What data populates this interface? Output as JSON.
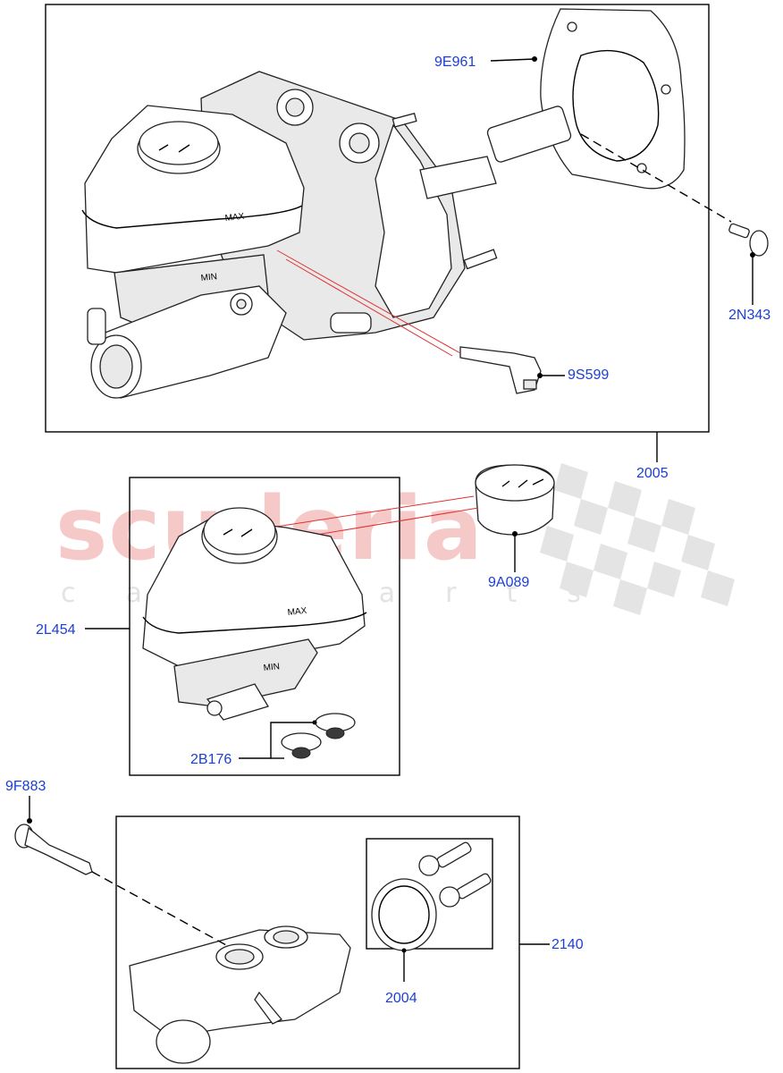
{
  "watermark": {
    "brand": "scuderia",
    "subtitle": "car parts"
  },
  "callouts": [
    {
      "id": "9E961",
      "text": "9E961"
    },
    {
      "id": "2N343",
      "text": "2N343"
    },
    {
      "id": "9S599",
      "text": "9S599"
    },
    {
      "id": "2005",
      "text": "2005"
    },
    {
      "id": "9A089",
      "text": "9A089"
    },
    {
      "id": "2L454",
      "text": "2L454"
    },
    {
      "id": "2B176",
      "text": "2B176"
    },
    {
      "id": "9F883",
      "text": "9F883"
    },
    {
      "id": "2140",
      "text": "2140"
    },
    {
      "id": "2004",
      "text": "2004"
    }
  ],
  "reservoir_marks": {
    "max": "MAX",
    "min": "MIN"
  },
  "colors": {
    "callout_text": "#1b3fd6",
    "watermark_red": "#f6c9c9",
    "leader_red": "#e03030"
  }
}
